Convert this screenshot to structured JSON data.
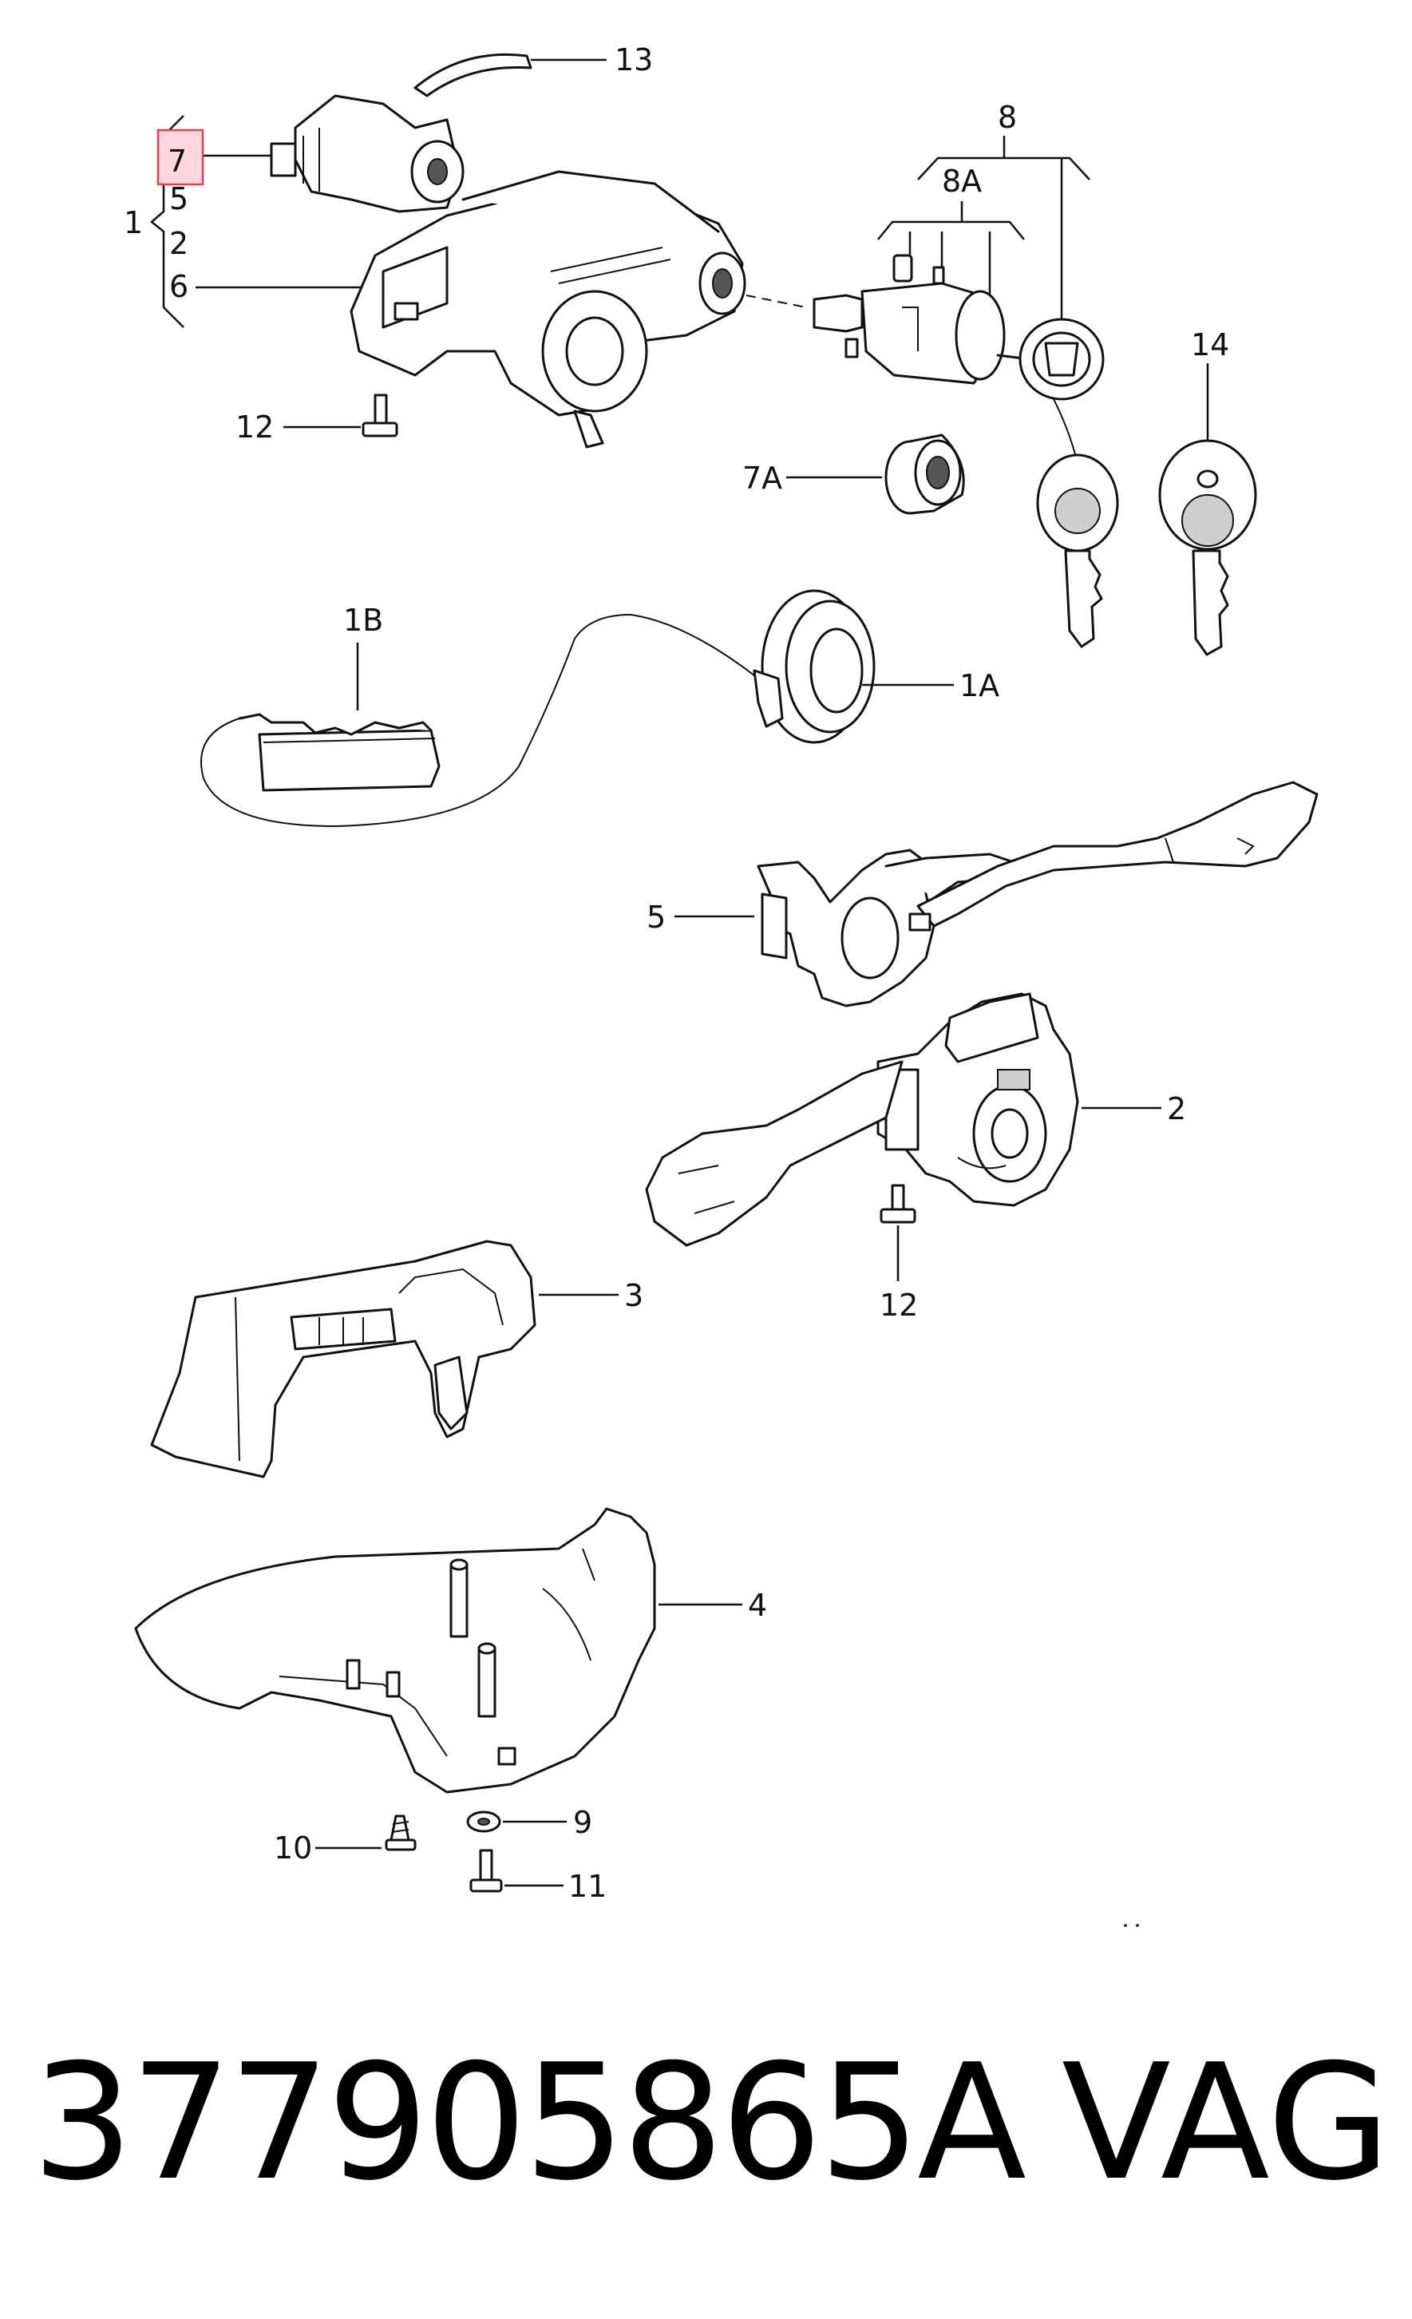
{
  "callouts": {
    "c13": "13",
    "c8": "8",
    "c8A": "8A",
    "c7": "7",
    "c1": "1",
    "c5_top": "5",
    "c2_top": "2",
    "c6": "6",
    "c12_top": "12",
    "c7A": "7A",
    "c14": "14",
    "c1B": "1B",
    "c1A": "1A",
    "c5": "5",
    "c2": "2",
    "c12_mid": "12",
    "c3": "3",
    "c4": "4",
    "c9": "9",
    "c10": "10",
    "c11": "11"
  },
  "footer": {
    "part_number": "377905865A",
    "brand": "VAG"
  },
  "colors": {
    "line": "#111111",
    "highlight_fill": "#ffd6dc",
    "highlight_stroke": "#e04050"
  }
}
